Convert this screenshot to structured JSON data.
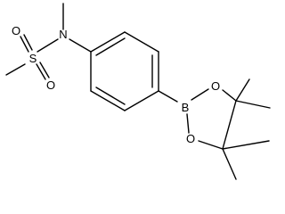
{
  "molecule": {
    "atoms": {
      "n": "N",
      "s": "S",
      "o_upper": "O",
      "o_lower": "O",
      "b": "B",
      "o_ring_top": "O",
      "o_ring_bottom": "O"
    }
  }
}
